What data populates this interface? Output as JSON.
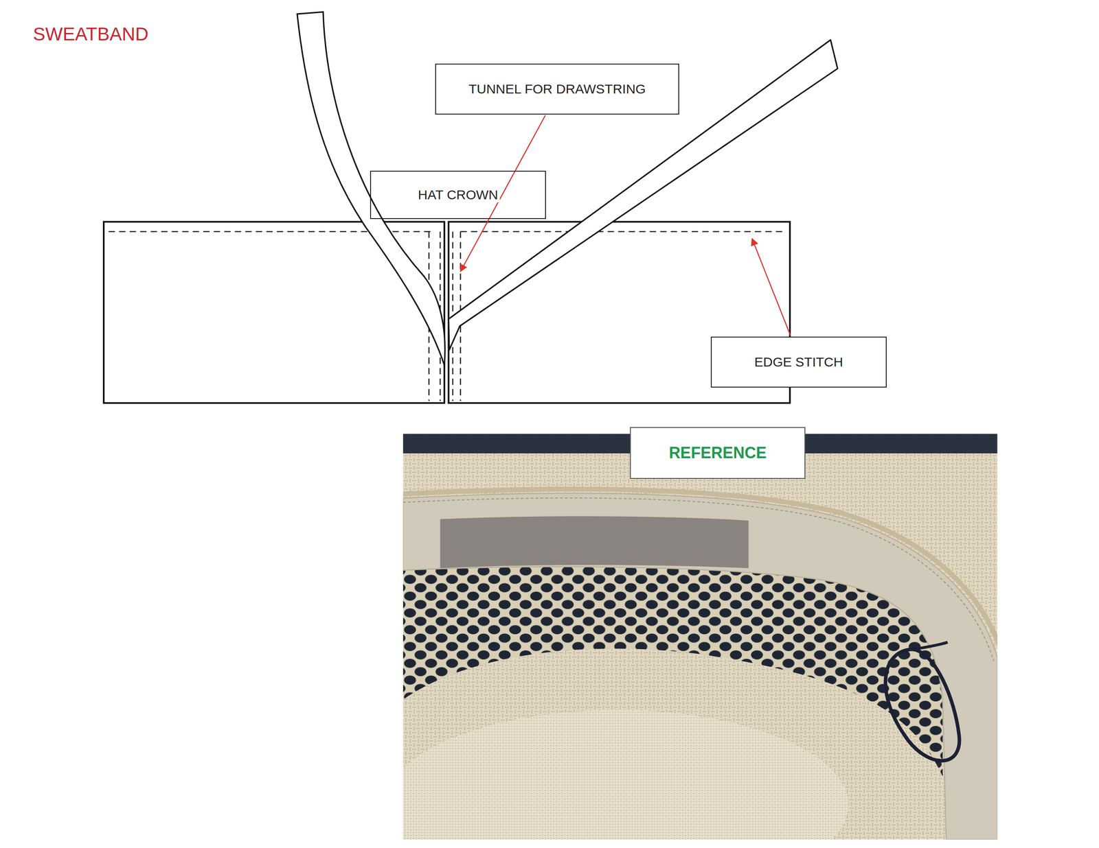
{
  "diagram": {
    "title": "SWEATBAND",
    "nodes": [
      {
        "text": [
          "TUNNEL FOR DRAWSTRING"
        ]
      },
      {
        "text": [
          "HAT CROWN"
        ]
      },
      {
        "text": [
          "EDGE STITCH"
        ]
      },
      {
        "text": [
          "REFERENCE"
        ]
      }
    ]
  }
}
